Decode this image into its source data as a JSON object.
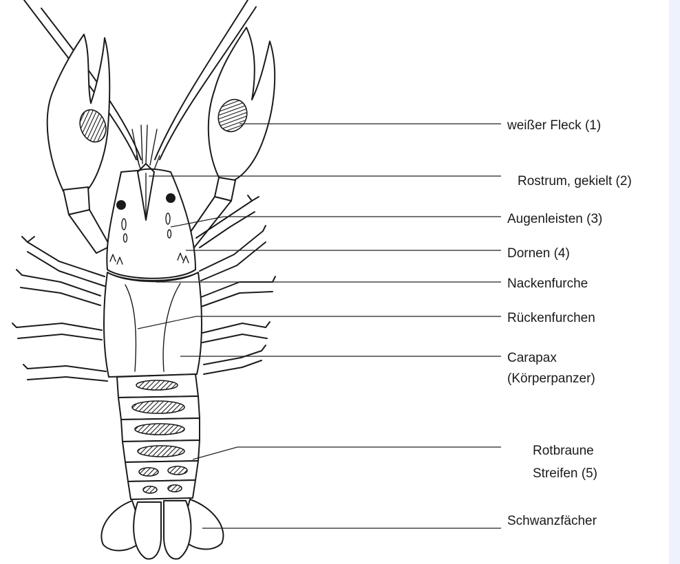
{
  "labels": {
    "white_spot": "weißer Fleck (1)",
    "rostrum": "Rostrum, gekielt (2)",
    "eye_ridges": "Augenleisten (3)",
    "spines": "Dornen (4)",
    "cervical_groove": "Nackenfurche",
    "dorsal_grooves": "Rückenfurchen",
    "carapace_line1": "Carapax",
    "carapace_line2": "(Körperpanzer)",
    "stripes_line1": "Rotbraune",
    "stripes_line2": "Streifen (5)",
    "tail_fan": "Schwanzfächer"
  },
  "colors": {
    "ink": "#1a1a1a",
    "background": "#ffffff",
    "right_strip": "#eef2fc"
  }
}
